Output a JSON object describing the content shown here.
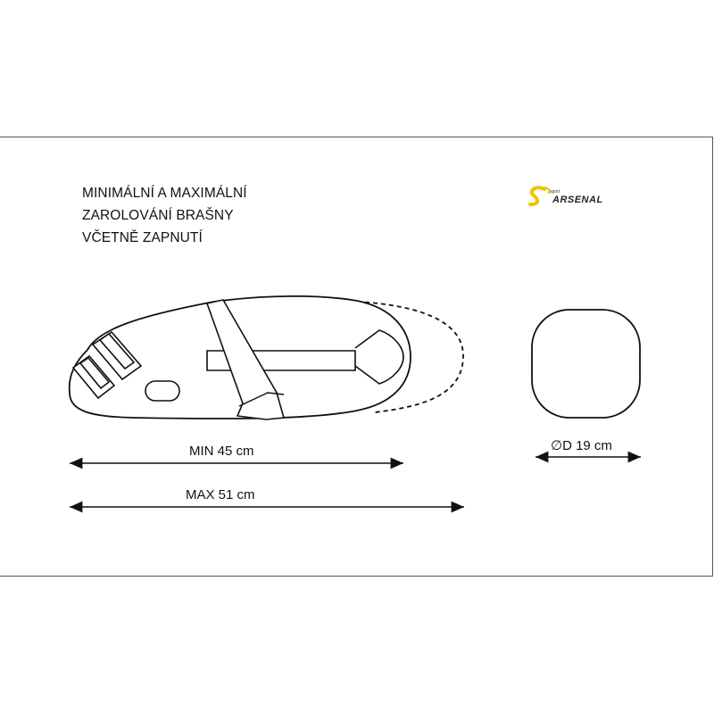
{
  "title_lines": [
    "MINIMÁLNÍ A MAXIMÁLNÍ",
    "ZAROLOVÁNÍ BRAŠNY",
    "VČETNĚ ZAPNUTÍ"
  ],
  "logo": {
    "mark": "S",
    "small_text": "sport",
    "brand": "ARSENAL",
    "accent_color": "#f2c200"
  },
  "dimensions": {
    "min_label": "MIN 45 cm",
    "max_label": "MAX 51 cm",
    "diameter_label": "∅D 19 cm"
  }
}
